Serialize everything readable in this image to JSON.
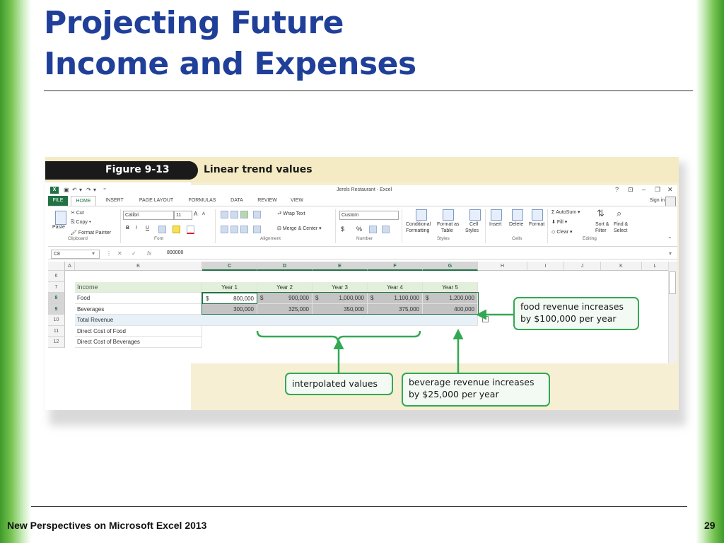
{
  "slide": {
    "title_line1": "Projecting Future",
    "title_line2": "Income and Expenses",
    "footer": "New Perspectives on Microsoft Excel 2013",
    "page_number": "29"
  },
  "figure": {
    "label": "Figure 9-13",
    "caption": "Linear trend values"
  },
  "excel": {
    "window_title": "Jerels Restaurant - Excel",
    "title_controls": [
      "?",
      "⊡",
      "–",
      "❐",
      "✕"
    ],
    "tabs": [
      "FILE",
      "HOME",
      "INSERT",
      "PAGE LAYOUT",
      "FORMULAS",
      "DATA",
      "REVIEW",
      "VIEW"
    ],
    "sign_in": "Sign in",
    "ribbon": {
      "clipboard": {
        "paste": "Paste",
        "cut": "Cut",
        "copy": "Copy",
        "format_painter": "Format Painter",
        "group": "Clipboard"
      },
      "font": {
        "name": "Calibri",
        "size": "11",
        "grow": "A",
        "shrink": "A",
        "bold": "B",
        "italic": "I",
        "underline": "U",
        "group": "Font"
      },
      "alignment": {
        "wrap": "Wrap Text",
        "merge": "Merge & Center",
        "group": "Alignment"
      },
      "number": {
        "format": "Custom",
        "currency": "$",
        "percent": "%",
        "group": "Number"
      },
      "styles": {
        "conditional": "Conditional",
        "conditional2": "Formatting",
        "format_as": "Format as",
        "format_as2": "Table",
        "cell": "Cell",
        "cell2": "Styles",
        "group": "Styles"
      },
      "cells": {
        "insert": "Insert",
        "delete": "Delete",
        "format": "Format",
        "group": "Cells"
      },
      "editing": {
        "autosum": "AutoSum",
        "fill": "Fill",
        "clear": "Clear",
        "sort": "Sort &",
        "sort2": "Filter",
        "find": "Find &",
        "find2": "Select",
        "group": "Editing"
      }
    },
    "name_box": "C8",
    "formula_value": "800000",
    "columns": [
      "A",
      "B",
      "C",
      "D",
      "E",
      "F",
      "G",
      "H",
      "I",
      "J",
      "K",
      "L"
    ],
    "rows": [
      {
        "num": "6",
        "label": ""
      },
      {
        "num": "7",
        "label": "Income"
      },
      {
        "num": "8",
        "label": "Food"
      },
      {
        "num": "9",
        "label": "Beverages"
      },
      {
        "num": "10",
        "label": "Total Revenue"
      },
      {
        "num": "11",
        "label": "Direct Cost of Food"
      },
      {
        "num": "12",
        "label": "Direct Cost of Beverages"
      }
    ],
    "years": [
      "Year 1",
      "Year 2",
      "Year 3",
      "Year 4",
      "Year 5"
    ],
    "food": [
      "800,000",
      "900,000",
      "1,000,000",
      "1,100,000",
      "1,200,000"
    ],
    "beverages": [
      "300,000",
      "325,000",
      "350,000",
      "375,000",
      "400,000"
    ],
    "currency_symbol": "$"
  },
  "callouts": {
    "food": {
      "line1": "food revenue increases",
      "line2": "by $100,000 per year"
    },
    "interpolated": "interpolated values",
    "beverage": {
      "line1": "beverage revenue increases",
      "line2": "by $25,000 per year"
    }
  },
  "colors": {
    "title_blue": "#1f3f99",
    "excel_green": "#217346",
    "callout_green": "#33a852",
    "figure_band": "#f4ebc4"
  }
}
